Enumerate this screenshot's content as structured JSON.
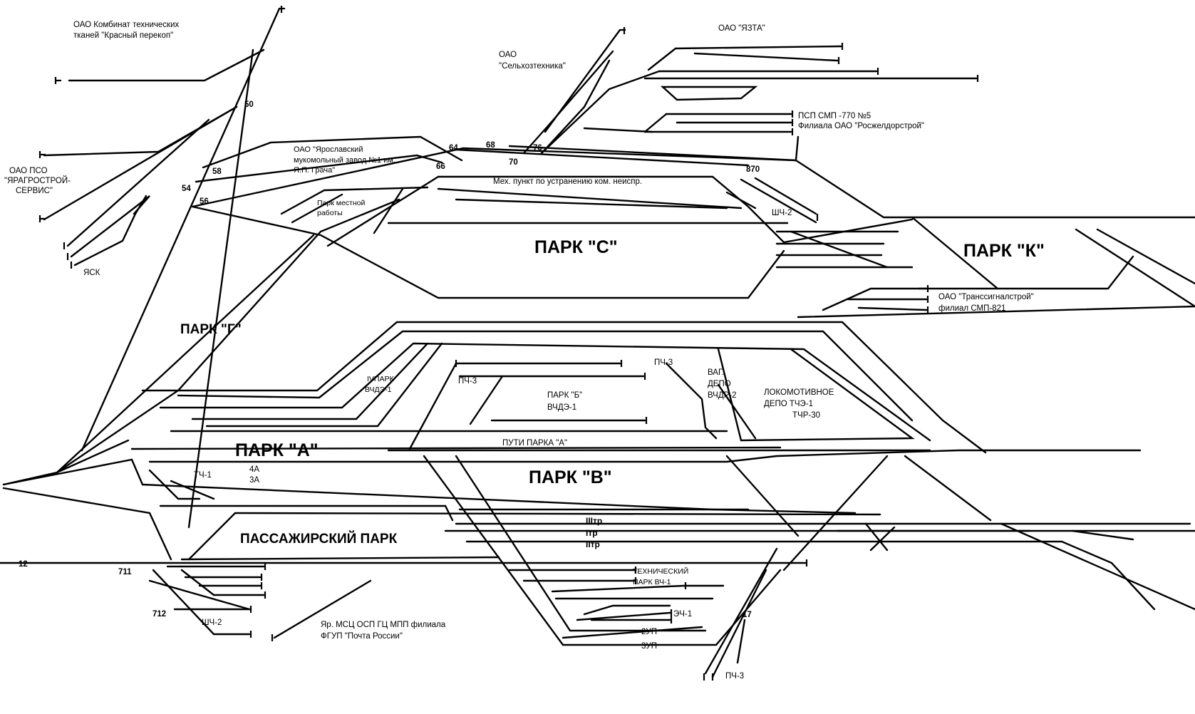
{
  "parks": {
    "s": "ПАРК \"С\"",
    "k": "ПАРК \"К\"",
    "g": "ПАРК \"Г\"",
    "a": "ПАРК \"А\"",
    "v": "ПАРК \"В\"",
    "b_line1": "ПАРК \"Б\"",
    "b_line2": "ВЧДЭ-1",
    "passenger": "ПАССАЖИРСКИЙ ПАРК",
    "a_tracks": "ПУТИ ПАРКА \"А\"",
    "local_line1": "Парк местной",
    "local_line2": "работы",
    "iv_line1": "IVПАРК",
    "iv_line2": "ВЧДЭ-1"
  },
  "enterprises": {
    "krasny_line1": "ОАО Комбинат технических",
    "krasny_line2": "тканей \"Красный перекоп\"",
    "selhoz_line1": "ОАО",
    "selhoz_line2": "\"Сельхозтехника\"",
    "yazta": "ОАО \"ЯЗТА\"",
    "psp_line1": "ПСП СМП -770 №5",
    "psp_line2": "Филиала ОАО \"Росжелдорстрой\"",
    "mukomol_line1": "ОАО \"Ярославский",
    "mukomol_line2": "мукомольный завод №1 им.",
    "mukomol_line3": "Я.П. Грача\"",
    "pso_line1": "ОАО ПСО",
    "pso_line2": "\"ЯРАГРОСТРОЙ-",
    "pso_line3": "СЕРВИС\"",
    "yask": "ЯСК",
    "mech": "Мех. пункт по устранению ком. неиспр.",
    "shch2_top": "ШЧ-2",
    "transsignal_line1": "ОАО \"Транссигналстрой\"",
    "transsignal_line2": "филиал СМП-821",
    "pch3_upper": "ПЧ-3",
    "pch3_left": "ПЧ-3",
    "pch3_bottom": "ПЧ-3",
    "vag_line1": "ВАГ.",
    "vag_line2": "ДЕПО",
    "vag_line3": "ВЧДР-2",
    "loco_line1": "ЛОКОМОТИВНОЕ",
    "loco_line2": "ДЕПО  ТЧЭ-1",
    "loco_line3": "ТЧР-30",
    "tch1": "ТЧ-1",
    "t4a": "4А",
    "t3a": "3А",
    "shch2_bottom": "ШЧ-2",
    "post_line1": "Яр. МСЦ ОСП ГЦ МПП филиала",
    "post_line2": "ФГУП \"Почта России\"",
    "tech_line1": "ТЕХНИЧЕСКИЙ",
    "tech_line2": "ПАРК ВЧ-1",
    "ech1": "ЭЧ-1",
    "up2": "2УП",
    "up3": "3УП"
  },
  "tracks": {
    "iii": "IIIтр",
    "i": "Iтр",
    "ii": "IIтр"
  },
  "numbers": {
    "n12": "12",
    "n17": "17",
    "n50": "50",
    "n54": "54",
    "n56": "56",
    "n58": "58",
    "n64": "64",
    "n66": "66",
    "n68": "68",
    "n70": "70",
    "n76": "76",
    "n711": "711",
    "n712": "712",
    "n870": "870"
  }
}
